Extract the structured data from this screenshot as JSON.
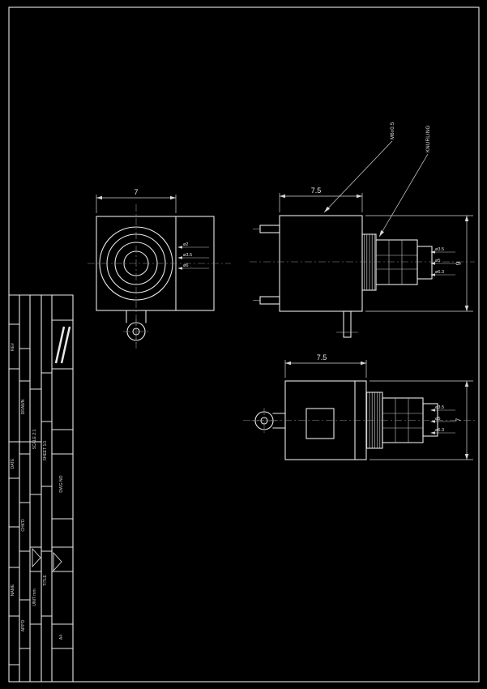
{
  "sheet": {
    "background": "#000000",
    "line_color": "#e8e8e8"
  },
  "drawing": {
    "front_view": {
      "width_dim": "7",
      "stack_labels": [
        "ø2",
        "ø3.5",
        "ø6"
      ]
    },
    "side_view": {
      "length_dim": "7.5",
      "height_dim": "9",
      "stack_labels": [
        "ø3.5",
        "ø5",
        "ø6.3"
      ],
      "leader_label_1": "M6x0.5",
      "leader_label_2": "KNURLING"
    },
    "bottom_view": {
      "length_dim": "7.5",
      "height_dim": "7",
      "stack_labels": [
        "ø3.5",
        "ø5",
        "ø6.3"
      ]
    },
    "title_block": {
      "cells": [
        "REV",
        "DATE",
        "NAME",
        "DRAWN",
        "CHK'D",
        "APP'D",
        "SCALE 2:1",
        "UNIT mm",
        "SHEET 1/1",
        "TITLE",
        "DWG NO",
        "A4"
      ]
    }
  }
}
